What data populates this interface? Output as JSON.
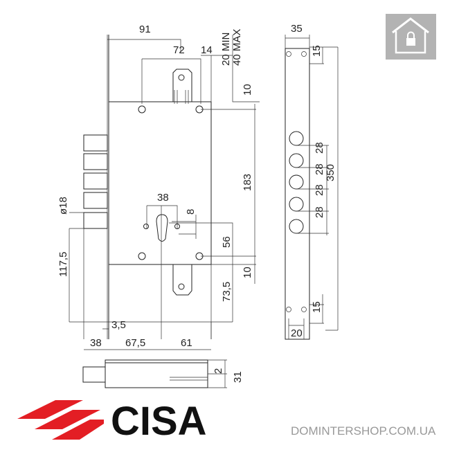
{
  "drawing": {
    "dims": {
      "d91": "91",
      "d72": "72",
      "d14": "14",
      "d20min": "20 MIN",
      "d40max": "40 MAX",
      "d10top": "10",
      "d183": "183",
      "d38": "38",
      "d8": "8",
      "d56": "56",
      "d10bot": "10",
      "d73_5": "73,5",
      "d18": "ø18",
      "d117_5": "117,5",
      "d3_5": "3,5",
      "d38b": "38",
      "d67_5": "67,5",
      "d61": "61",
      "d35": "35",
      "d15top": "15",
      "d28a": "28",
      "d28b": "28",
      "d28c": "28",
      "d28d": "28",
      "d350": "350",
      "d15bot": "15",
      "d20": "20",
      "d2": "2",
      "d31": "31"
    }
  },
  "brand": {
    "name": "CISA",
    "logo_color": "#e31e24"
  },
  "site": {
    "label": "DOMINTERSHOP.COM.UA"
  },
  "icons": {
    "home_lock": "home-lock-icon",
    "icon_bg": "#b3b3b3"
  }
}
